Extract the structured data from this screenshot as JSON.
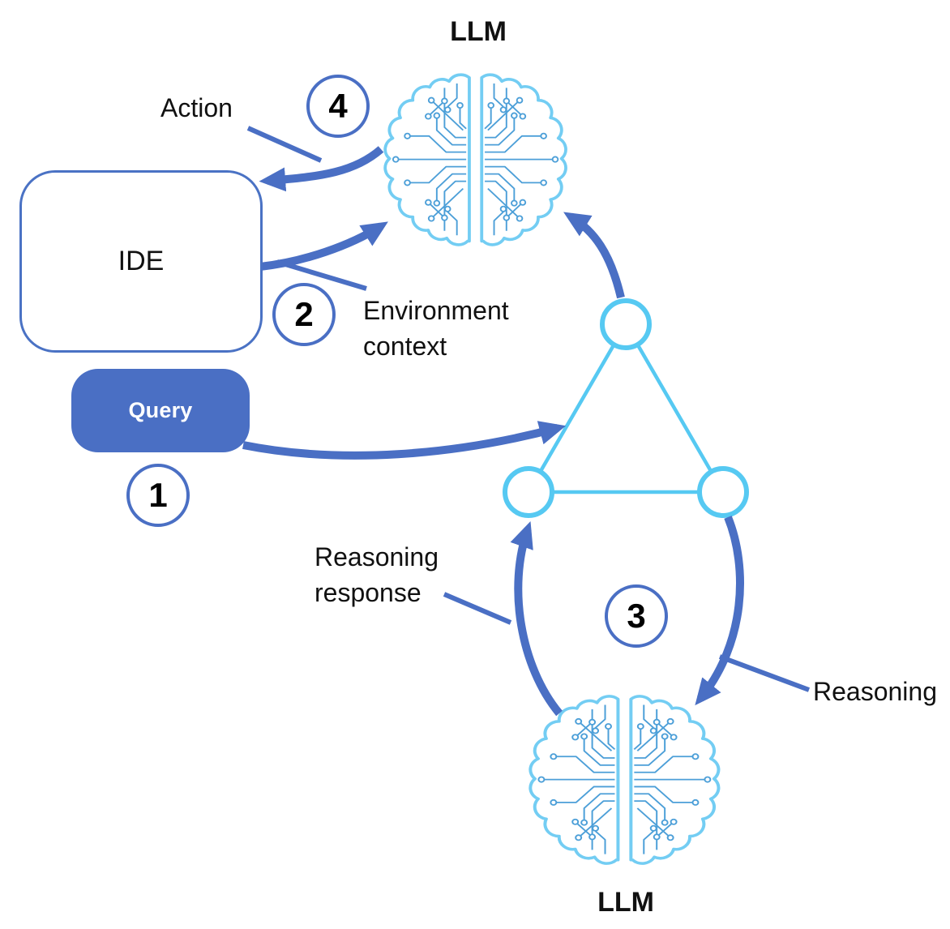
{
  "top_llm": {
    "label": "LLM",
    "icon": "circuit-brain-icon"
  },
  "bottom_llm": {
    "label": "LLM",
    "icon": "circuit-brain-icon"
  },
  "ide_box": {
    "label": "IDE"
  },
  "query_button": {
    "label": "Query"
  },
  "step_markers": {
    "step1": "1",
    "step2": "2",
    "step3": "3",
    "step4": "4"
  },
  "edge_labels": {
    "action": "Action",
    "environment_context": "Environment context",
    "reasoning_response": "Reasoning response",
    "reasoning": "Reasoning"
  },
  "flow": [
    {
      "step": "1",
      "label": "Query",
      "from": "Query",
      "to": "multi-agent-triangle"
    },
    {
      "step": "2",
      "label": "Environment context",
      "from": "IDE",
      "to": "LLM (top)"
    },
    {
      "step": "3",
      "label": "Reasoning",
      "from": "multi-agent-triangle",
      "to": "LLM (bottom)"
    },
    {
      "step": "4",
      "label": "Action",
      "from": "LLM (top)",
      "to": "IDE"
    }
  ],
  "colors": {
    "primary_blue": "#4a6fc4",
    "node_cyan": "#56c9f2",
    "brain_outline_cyan": "#73cdf3",
    "circuit_trace_blue": "#4c9fd8",
    "text": "#111111",
    "background": "#ffffff"
  }
}
